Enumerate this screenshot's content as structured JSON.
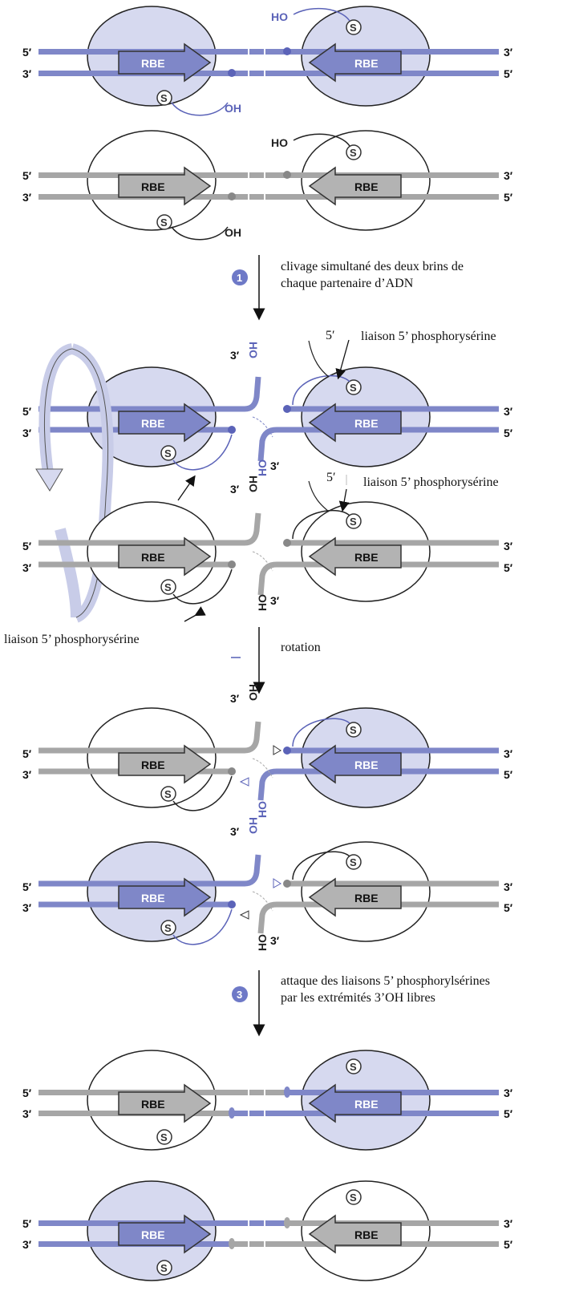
{
  "labels": {
    "five_prime": "5′",
    "three_prime": "3′",
    "rbe": "RBE",
    "serine": "S",
    "ho": "HO",
    "oh": "OH",
    "three_prime_ho": "3′"
  },
  "steps": {
    "step1": {
      "number": "1",
      "line1": "clivage simultané des deux brins de",
      "line2": "chaque partenaire d’ADN"
    },
    "step2": {
      "label": "rotation"
    },
    "step3": {
      "number": "3",
      "line1": "attaque des liaisons 5’ phosphorylsérines",
      "line2": "par les extrémités 3’OH libres"
    }
  },
  "annotations": {
    "phospho_top": "liaison 5’ phosphorysérine",
    "phospho_mid": "liaison 5’ phosphorysérine",
    "phospho_left": "liaison 5’ phosphorysérine"
  },
  "colors": {
    "blue": "#7f87c8",
    "blue_dark": "#5b63b8",
    "blue_light": "#d6d9ef",
    "gray": "#a6a6a6",
    "gray_dark": "#6e6e6e",
    "gray_fill": "#b3b3b3"
  }
}
